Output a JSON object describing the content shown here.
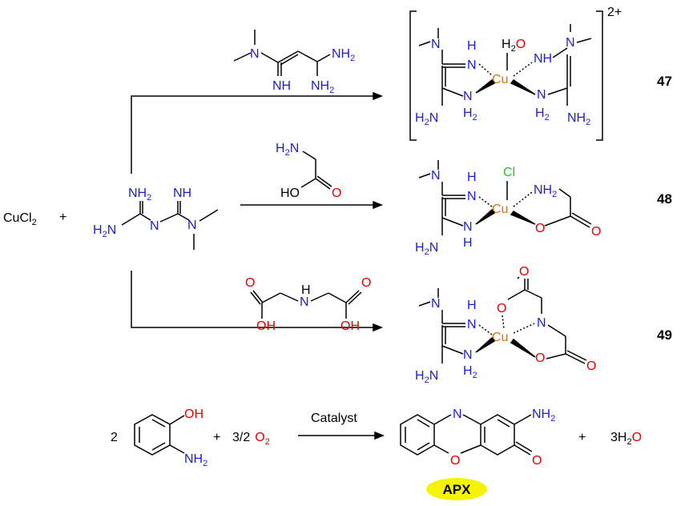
{
  "reactants": {
    "cucl2": "CuCl",
    "cucl2_sub": "2",
    "plus": "+"
  },
  "metformin": {
    "nh2_top": "NH",
    "nh2_top_sub": "2",
    "nh_top": "NH",
    "h2n_left": "H",
    "h2n_left_sub": "2",
    "h2n_left_n": "N",
    "n_mid": "N",
    "n_dimethyl": "N"
  },
  "reagents": {
    "amidine": {
      "n_dimethyl": "N",
      "nh2": "NH",
      "nh2_sub": "2",
      "nh": "NH",
      "nh2b": "NH",
      "nh2b_sub": "2"
    },
    "glycine": {
      "h2n": "H",
      "h2n_sub": "2",
      "h2n_n": "N",
      "ho": "HO",
      "o": "O"
    },
    "iminodiacetic": {
      "o1": "O",
      "o2": "O",
      "oh1": "OH",
      "oh2": "OH",
      "nh_n": "N",
      "nh_h": "H"
    }
  },
  "products": [
    {
      "label": "47",
      "charge": "2+",
      "cu": "Cu",
      "h2o_h": "H",
      "h2o_sub": "2",
      "h2o_o": "O"
    },
    {
      "label": "48",
      "cu": "Cu",
      "cl": "Cl",
      "nh2": "NH",
      "nh2_sub": "2",
      "o1": "O",
      "o2": "O"
    },
    {
      "label": "49",
      "cu": "Cu",
      "o_top": "O",
      "o_ring": "O",
      "n": "N",
      "o_bot": "O",
      "o_end": "O"
    }
  ],
  "common_ligand": {
    "n_dimethyl": "N",
    "h": "H",
    "n_imine": "N",
    "n_amine": "N",
    "h2": "H",
    "h2_sub": "2",
    "h2n": "H",
    "h2n_sub": "2",
    "h2n_n": "N"
  },
  "apx_reaction": {
    "coef": "2",
    "oh": "OH",
    "nh2": "NH",
    "nh2_sub": "2",
    "plus1": "+",
    "o2_coef": "3/2",
    "o2": "O",
    "o2_sub": "2",
    "catalyst": "Catalyst",
    "product_n": "N",
    "product_o": "O",
    "product_nh2": "NH",
    "product_nh2_sub": "2",
    "product_carbonyl_o": "O",
    "plus2": "+",
    "water_coef": "3H",
    "water_sub": "2",
    "water_o": "O",
    "badge": "APX",
    "badge_color": "#f5f500"
  },
  "colors": {
    "nitrogen": "#1a1ae6",
    "oxygen": "#e60000",
    "copper": "#c87814",
    "chlorine": "#1ec81e"
  }
}
